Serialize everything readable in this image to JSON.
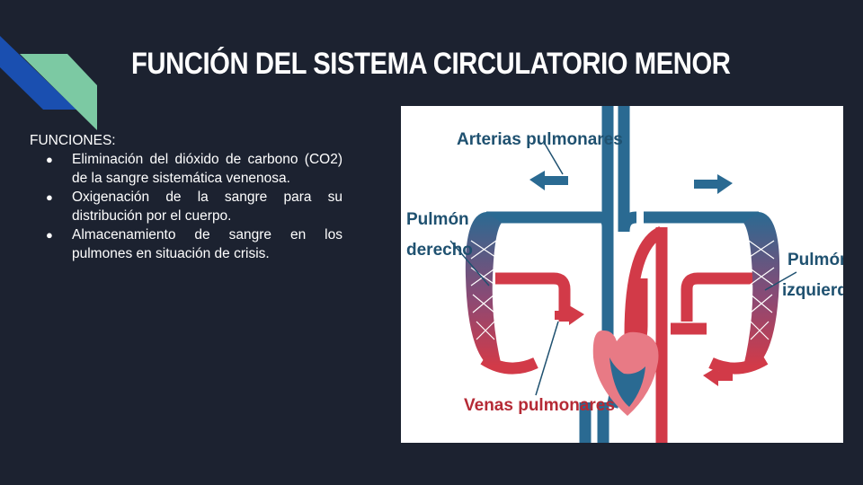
{
  "slide": {
    "title": "FUNCIÓN DEL SISTEMA CIRCULATORIO MENOR",
    "accent_colors": {
      "blue": "#1a4fb0",
      "green": "#7cc9a3",
      "background": "#1c2230"
    }
  },
  "content": {
    "heading": "FUNCIONES:",
    "bullets": [
      "Eliminación del dióxido de carbono (CO2) de la sangre sistemática venenosa.",
      "Oxigenación de la sangre para su distribución por el cuerpo.",
      "Almacenamiento de sangre en los pulmones en situación de crisis."
    ]
  },
  "diagram": {
    "labels": {
      "arterias": "Arterias pulmonares",
      "pulmon_derecho_1": "Pulmón",
      "pulmon_derecho_2": "derecho",
      "pulmon_izquierdo_1": "Pulmón",
      "pulmon_izquierdo_2": "izquierdo",
      "venas": "Venas pulmonares"
    },
    "colors": {
      "artery_blue": "#2a6a92",
      "vein_red": "#d23a48",
      "label_blue": "#1f5170",
      "label_red": "#b52a35"
    }
  }
}
